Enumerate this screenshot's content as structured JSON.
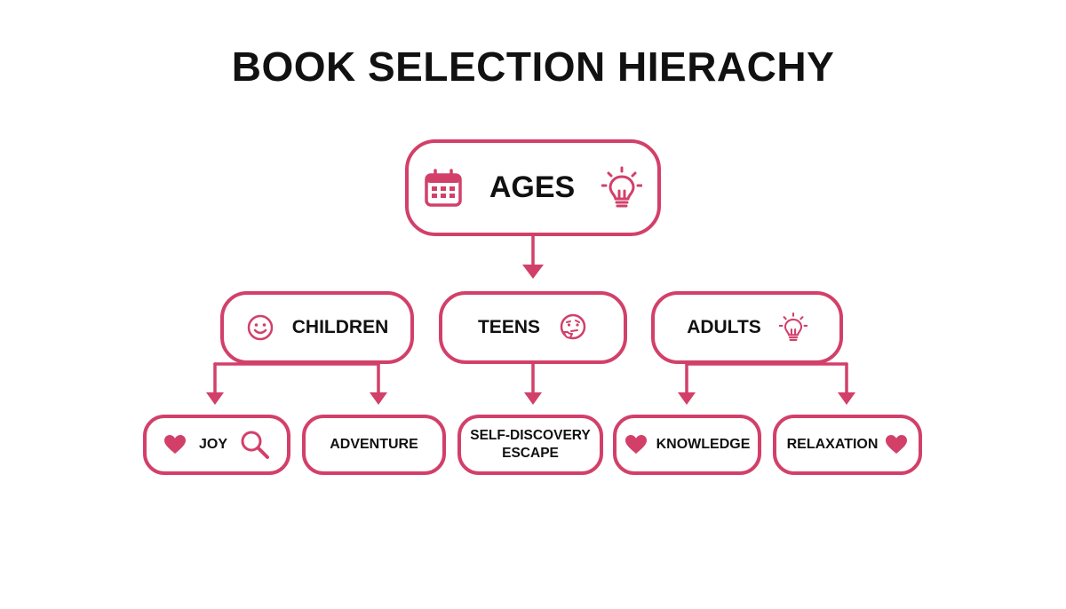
{
  "title": "BOOK SELECTION HIERACHY",
  "colors": {
    "accent": "#d2406a",
    "text": "#111111",
    "background": "#ffffff"
  },
  "root": {
    "label": "AGES",
    "icons": [
      "calendar-icon",
      "lightbulb-icon"
    ]
  },
  "groups": [
    {
      "label": "CHILDREN",
      "icon": "smiley-icon"
    },
    {
      "label": "TEENS",
      "icon": "thinking-face-icon"
    },
    {
      "label": "ADULTS",
      "icon": "lightbulb-icon"
    }
  ],
  "leaves": [
    {
      "label": "JOY",
      "parent": "CHILDREN",
      "icons": [
        "heart-icon",
        "magnifier-icon"
      ]
    },
    {
      "label": "ADVENTURE",
      "parent": "CHILDREN"
    },
    {
      "label_line1": "SELF-DISCOVERY",
      "label_line2": "ESCAPE",
      "parent": "TEENS"
    },
    {
      "label": "KNOWLEDGE",
      "parent": "ADULTS",
      "icons": [
        "heart-icon"
      ]
    },
    {
      "label": "RELAXATION",
      "parent": "ADULTS",
      "icons": [
        "heart-icon"
      ]
    }
  ]
}
